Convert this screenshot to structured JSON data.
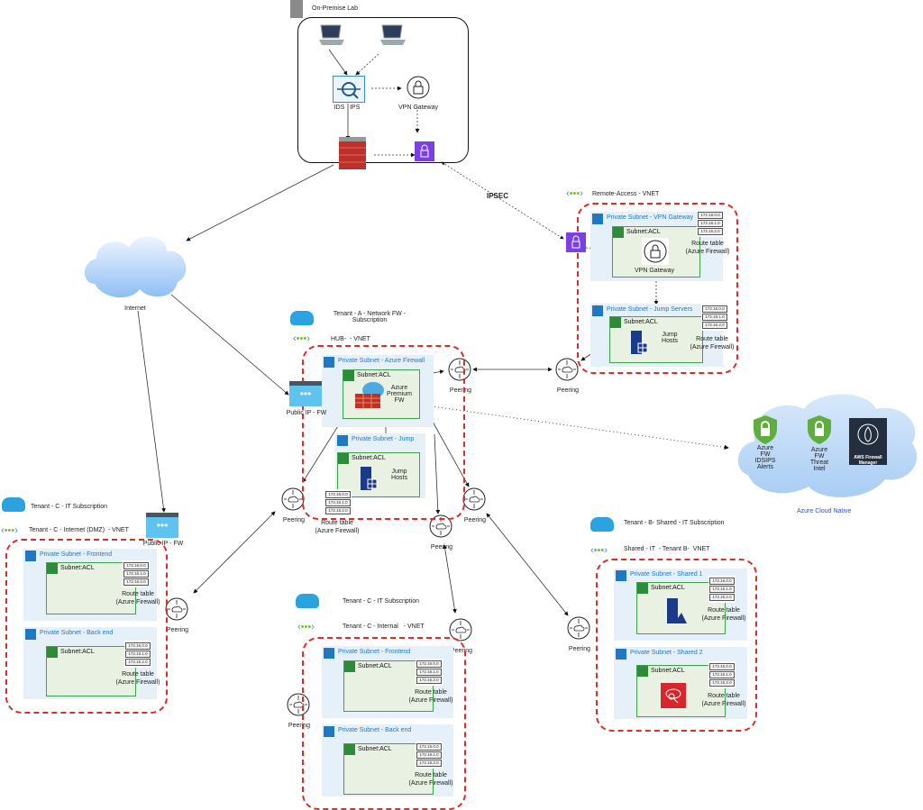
{
  "onprem": {
    "title": "On-Premise Lab",
    "ids_label": "IDS   IPS",
    "vpn_label": "VPN Gateway"
  },
  "connections": {
    "ipsec_label": "IPSEC"
  },
  "internet": {
    "label": "Internet"
  },
  "common": {
    "subnet_acl": "Subnet:ACL",
    "route_table_line1": "Route table",
    "route_table_line2": "(Azure Firewall)",
    "routes": [
      "172.16.0.0",
      "172.16.1.0",
      "172.16.2.0"
    ],
    "peering": "Peering",
    "public_ip": "Public IP - FW"
  },
  "remote_access": {
    "vnet_title": "Remote-Access - VNET",
    "subnet_vpn": "Private Subnet - VPN Gateway",
    "vpn_label": "VPN Gateway",
    "subnet_jump": "Private Subnet - Jump Servers",
    "jump_label_1": "Jump",
    "jump_label_2": "Hosts"
  },
  "hub": {
    "subscription_1": "Tenant - A - Network FW -",
    "subscription_2": "Subscription",
    "vnet_title": "HUB-  - VNET",
    "subnet_fw": "Private Subnet - Azure Firewall",
    "fw_label_1": "Azure",
    "fw_label_2": "Premium",
    "fw_label_3": "FW",
    "subnet_jump": "Private Subnet - Jump",
    "jump_label_1": "Jump",
    "jump_label_2": "Hosts"
  },
  "cloud_native": {
    "title": "Azure Cloud Native",
    "item1": [
      "Azure",
      "FW",
      "IDSIPS",
      "Alerts"
    ],
    "item2": [
      "Azure",
      "FW",
      "Threat",
      "Intel"
    ],
    "item3": [
      "AWS Firewall",
      "Manager"
    ]
  },
  "tenant_c_dmz": {
    "subscription": "Tenant - C - IT Subscription",
    "vnet_title": "Tenant - C - Internet (DMZ)  - VNET",
    "subnet_front": "Private Subnet - Frontend",
    "subnet_back": "Private Subnet - Back end"
  },
  "tenant_c_internal": {
    "subscription": "Tenant - C - IT Subscription",
    "vnet_title": "Tenant - C - Internal   - VNET",
    "subnet_front": "Private Subnet - Frontend",
    "subnet_back": "Private Subnet - Back end"
  },
  "tenant_b": {
    "subscription": "Tenant - B- Shared - IT Subscription",
    "vnet_title": "Shared - IT  - Tenant B-  VNET",
    "subnet_1": "Private Subnet - Shared 1",
    "subnet_2": "Private Subnet - Shared 2"
  },
  "colors": {
    "vnet_border": "#e02b2b",
    "subnet_bg": "#e6f0f8",
    "acl_border": "#3fa34d",
    "subnet_title": "#1f78c1",
    "vpn_purple": "#7b3fe4",
    "cloud_native_title": "#2f4fd8"
  }
}
